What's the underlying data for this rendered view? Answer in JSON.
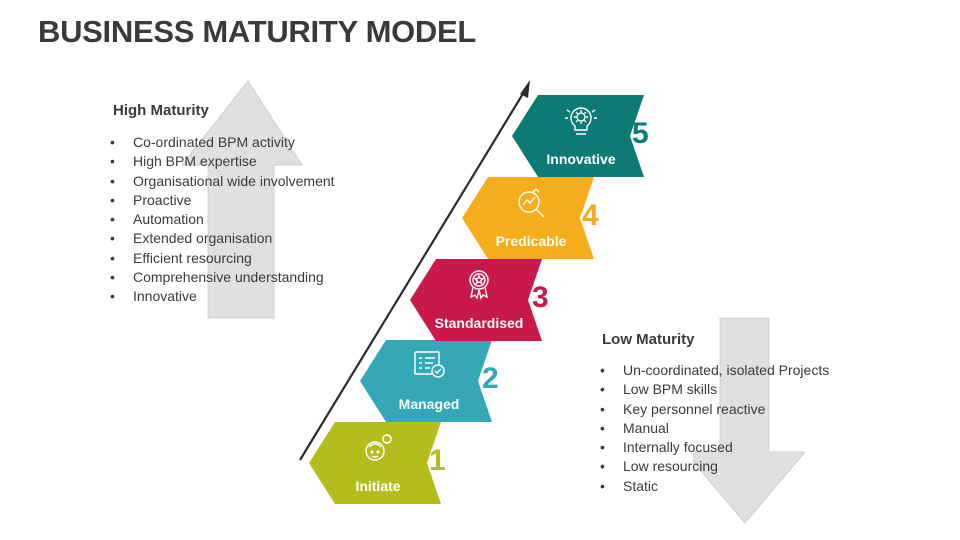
{
  "title": "BUSINESS MATURITY MODEL",
  "high": {
    "heading": "High Maturity",
    "items": [
      "Co-ordinated BPM activity",
      "High BPM expertise",
      "Organisational wide involvement",
      "Proactive",
      "Automation",
      "Extended organisation",
      "Efficient resourcing",
      "Comprehensive understanding",
      "Innovative"
    ]
  },
  "low": {
    "heading": "Low Maturity",
    "items": [
      "Un-coordinated, isolated Projects",
      "Low BPM skills",
      "Key personnel reactive",
      "Manual",
      "Internally focused",
      "Low resourcing",
      "Static"
    ]
  },
  "stages": [
    {
      "number": "1",
      "label": "Initiate",
      "color": "#b5bd1e",
      "icon": "idea-person-icon"
    },
    {
      "number": "2",
      "label": "Managed",
      "color": "#35a8b7",
      "icon": "checklist-icon"
    },
    {
      "number": "3",
      "label": "Standardised",
      "color": "#c8194a",
      "icon": "award-badge-icon"
    },
    {
      "number": "4",
      "label": "Predicable",
      "color": "#f6ad1c",
      "icon": "magnifier-trend-icon"
    },
    {
      "number": "5",
      "label": "Innovative",
      "color": "#0d7a76",
      "icon": "gear-idea-icon"
    }
  ],
  "colors": {
    "title": "#3a3a3a",
    "background_arrow": "#e0e0e0",
    "diagonal_arrow": "#2b2b2b"
  }
}
